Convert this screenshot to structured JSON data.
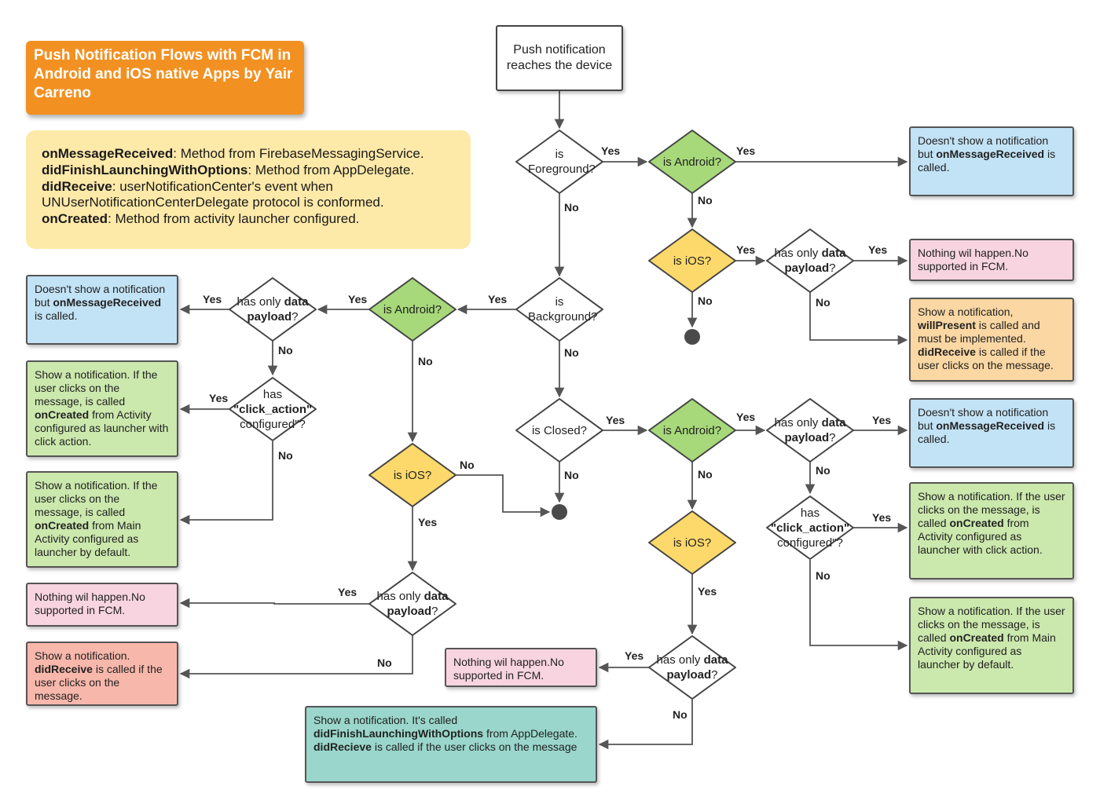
{
  "title": "Push Notification Flows with  FCM in Android and iOS native Apps by Yair Carreno",
  "legend": [
    {
      "term": "onMessageReceived",
      "desc": ": Method from FirebaseMessagingService."
    },
    {
      "term": "didFinishLaunchingWithOptions",
      "desc": ": Method from AppDelegate."
    },
    {
      "term": "didReceive",
      "desc": ": userNotificationCenter's event when UNUserNotificationCenterDelegate protocol is conformed."
    },
    {
      "term": "onCreated",
      "desc": ": Method from activity launcher configured."
    }
  ],
  "start": "Push notification reaches the device",
  "labels": {
    "yes": "Yes",
    "no": "No"
  },
  "decisions": {
    "is_foreground": "is Foreground?",
    "is_background": "is Background?",
    "is_closed": "is Closed?",
    "is_android": "is Android?",
    "is_ios": "is iOS?",
    "has_data_payload": {
      "pre": "has only ",
      "bold": "data payload",
      "post": "?"
    },
    "has_click_action": {
      "pre": "has ",
      "bold": "\"click_action\"",
      "post": " configured\"?"
    }
  },
  "results": {
    "no_show_onmessage": [
      {
        "t": "Doesn't show a notification but "
      },
      {
        "t": "onMessageReceived",
        "b": true
      },
      {
        "t": " is called."
      }
    ],
    "nothing_fcm_1": [
      {
        "t": "Nothing wil happen.No supported  in FCM."
      }
    ],
    "nothing_fcm_2": [
      {
        "t": "Nothing wil happen.No supported in FCM."
      }
    ],
    "show_willpresent": [
      {
        "t": "Show a notification, "
      },
      {
        "t": "willPresent",
        "b": true
      },
      {
        "t": " is called and must be implemented. "
      },
      {
        "t": "didReceive",
        "b": true
      },
      {
        "t": " is called if the user clicks on the message."
      }
    ],
    "show_oncreated_click": [
      {
        "t": "Show a notification. If the user clicks on the message, is called "
      },
      {
        "t": "onCreated",
        "b": true
      },
      {
        "t": " from Activity configured as launcher with click action."
      }
    ],
    "show_oncreated_main": [
      {
        "t": "Show a notification. If the user clicks on the message, is called "
      },
      {
        "t": "onCreated",
        "b": true
      },
      {
        "t": " from Main Activity configured as launcher by default."
      }
    ],
    "show_didreceive": [
      {
        "t": "Show a notification. "
      },
      {
        "t": "didReceive",
        "b": true
      },
      {
        "t": " is called if the user clicks on the message."
      }
    ],
    "show_didfinish": [
      {
        "t": "Show a notification. It's called "
      },
      {
        "t": "didFinishLaunchingWithOptions",
        "b": true
      },
      {
        "t": " from AppDelegate. "
      },
      {
        "t": "didRecieve",
        "b": true
      },
      {
        "t": " is called if the user clicks on the message"
      }
    ]
  },
  "colors": {
    "title_bg": "#f29122",
    "legend_bg": "#fde9a8",
    "android": "#a7d97a",
    "ios": "#fdd96b",
    "decision": "#ffffff",
    "blue": "#c2e2f5",
    "pink": "#f7d4df",
    "green": "#cbe8ad",
    "peach": "#fbd7a3",
    "salmon": "#f8b7ab",
    "teal": "#9ad6cb",
    "line": "#555555"
  }
}
